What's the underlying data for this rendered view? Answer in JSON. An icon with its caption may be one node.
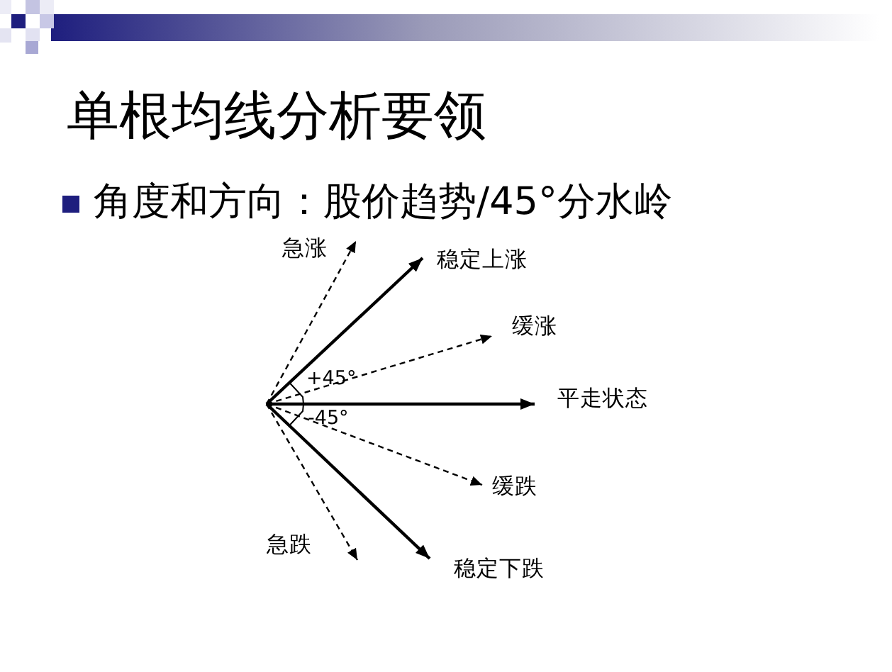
{
  "diagram": {
    "title": "单根均线分析要领",
    "labels": [
      "角度和方向：股价趋势/45°分水岭",
      "急涨",
      "稳定上涨",
      "缓涨",
      "+45°",
      "平走状态",
      "-45°",
      "缓跌",
      "急跌",
      "稳定下跌"
    ]
  }
}
